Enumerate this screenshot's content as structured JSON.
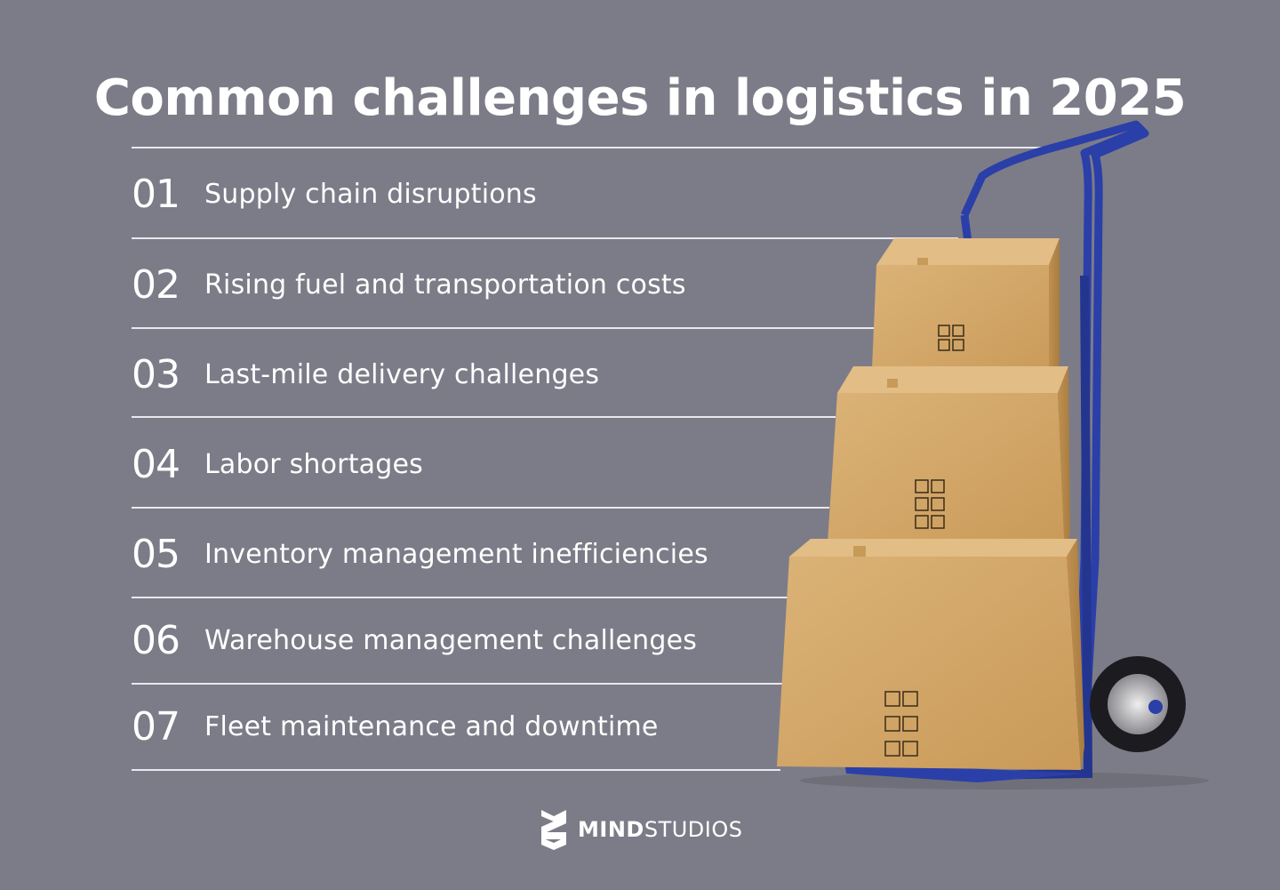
{
  "title": "Common challenges in logistics in 2025",
  "items": [
    {
      "number": "01",
      "label": "Supply chain disruptions"
    },
    {
      "number": "02",
      "label": "Rising fuel and transportation costs"
    },
    {
      "number": "03",
      "label": "Last-mile delivery challenges"
    },
    {
      "number": "04",
      "label": "Labor shortages"
    },
    {
      "number": "05",
      "label": "Inventory management inefficiencies"
    },
    {
      "number": "06",
      "label": "Warehouse management challenges"
    },
    {
      "number": "07",
      "label": "Fleet maintenance and downtime"
    }
  ],
  "brand": {
    "bold": "MIND",
    "regular": "STUDIOS",
    "logo_icon": "mind-studios-logo-icon"
  },
  "colors": {
    "background": "#7c7c88",
    "text": "#ffffff",
    "rule": "#e8e8ee",
    "trolley": "#2b3fa8",
    "box": "#d4a866"
  },
  "illustration": {
    "icon": "hand-truck-with-boxes-icon"
  }
}
